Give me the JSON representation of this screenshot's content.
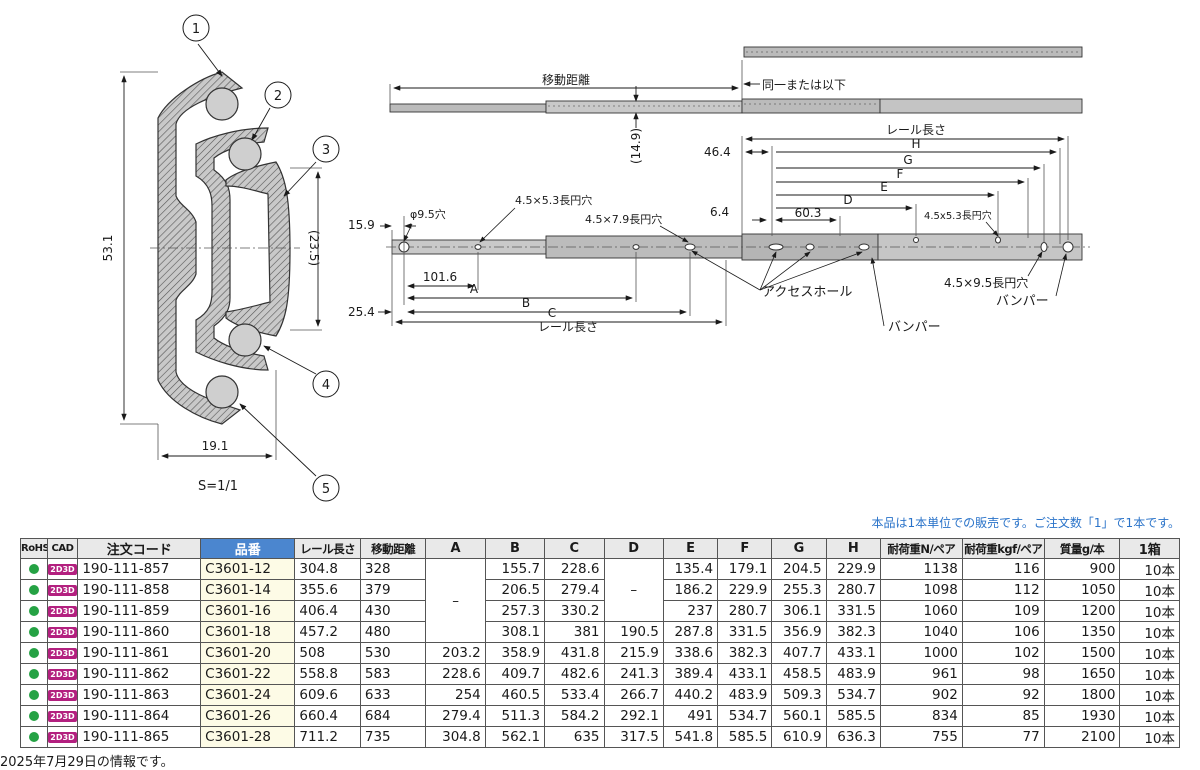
{
  "drawing": {
    "callouts": [
      "1",
      "2",
      "3",
      "4",
      "5"
    ],
    "section": {
      "height": "53.1",
      "inner": "(23.5)",
      "width": "19.1",
      "scale": "S=1/1"
    },
    "top_view": {
      "travel": "移動距離",
      "same_or_less": "同一または以下",
      "offset": "(14.9)"
    },
    "side_view": {
      "rail_length": "レール長さ",
      "front_offset": "15.9",
      "hole": "φ9.5穴",
      "slot_53": "4.5×5.3長円穴",
      "slot_79": "4.5×7.9長円穴",
      "dim_1016": "101.6",
      "A": "A",
      "B": "B",
      "C": "C",
      "rear_offset": "25.4",
      "dim_464": "46.4",
      "H": "H",
      "G": "G",
      "F": "F",
      "E": "E",
      "D": "D",
      "dim_64": "6.4",
      "dim_603": "60.3",
      "slot_53_small": "4.5x5.3長円穴",
      "access_hole": "アクセスホール",
      "slot_95": "4.5×9.5長円穴",
      "bumper": "バンパー"
    }
  },
  "notice": "本品は1本単位での販売です。ご注文数「1」で1本です。",
  "table": {
    "headers": [
      "RoHS",
      "CAD",
      "注文コード",
      "品番",
      "レール長さ",
      "移動距離",
      "A",
      "B",
      "C",
      "D",
      "E",
      "F",
      "G",
      "H",
      "耐荷重N/ペア",
      "耐荷重kgf/ペア",
      "質量g/本",
      "1箱"
    ],
    "cad_badge": "2D3D",
    "merged_dash": "–",
    "rows": [
      {
        "code": "190-111-857",
        "part": "C3601-12",
        "rail": "304.8",
        "travel": "328",
        "A": "",
        "B": "155.7",
        "C": "228.6",
        "D": "",
        "E": "135.4",
        "F": "179.1",
        "G": "204.5",
        "H": "229.9",
        "load_n": "1138",
        "load_kgf": "116",
        "mass": "900",
        "box": "10本"
      },
      {
        "code": "190-111-858",
        "part": "C3601-14",
        "rail": "355.6",
        "travel": "379",
        "A": "",
        "B": "206.5",
        "C": "279.4",
        "D": "",
        "E": "186.2",
        "F": "229.9",
        "G": "255.3",
        "H": "280.7",
        "load_n": "1098",
        "load_kgf": "112",
        "mass": "1050",
        "box": "10本"
      },
      {
        "code": "190-111-859",
        "part": "C3601-16",
        "rail": "406.4",
        "travel": "430",
        "A": "",
        "B": "257.3",
        "C": "330.2",
        "D": "",
        "E": "237",
        "F": "280.7",
        "G": "306.1",
        "H": "331.5",
        "load_n": "1060",
        "load_kgf": "109",
        "mass": "1200",
        "box": "10本"
      },
      {
        "code": "190-111-860",
        "part": "C3601-18",
        "rail": "457.2",
        "travel": "480",
        "A": "",
        "B": "308.1",
        "C": "381",
        "D": "190.5",
        "E": "287.8",
        "F": "331.5",
        "G": "356.9",
        "H": "382.3",
        "load_n": "1040",
        "load_kgf": "106",
        "mass": "1350",
        "box": "10本"
      },
      {
        "code": "190-111-861",
        "part": "C3601-20",
        "rail": "508",
        "travel": "530",
        "A": "203.2",
        "B": "358.9",
        "C": "431.8",
        "D": "215.9",
        "E": "338.6",
        "F": "382.3",
        "G": "407.7",
        "H": "433.1",
        "load_n": "1000",
        "load_kgf": "102",
        "mass": "1500",
        "box": "10本"
      },
      {
        "code": "190-111-862",
        "part": "C3601-22",
        "rail": "558.8",
        "travel": "583",
        "A": "228.6",
        "B": "409.7",
        "C": "482.6",
        "D": "241.3",
        "E": "389.4",
        "F": "433.1",
        "G": "458.5",
        "H": "483.9",
        "load_n": "961",
        "load_kgf": "98",
        "mass": "1650",
        "box": "10本"
      },
      {
        "code": "190-111-863",
        "part": "C3601-24",
        "rail": "609.6",
        "travel": "633",
        "A": "254",
        "B": "460.5",
        "C": "533.4",
        "D": "266.7",
        "E": "440.2",
        "F": "483.9",
        "G": "509.3",
        "H": "534.7",
        "load_n": "902",
        "load_kgf": "92",
        "mass": "1800",
        "box": "10本"
      },
      {
        "code": "190-111-864",
        "part": "C3601-26",
        "rail": "660.4",
        "travel": "684",
        "A": "279.4",
        "B": "511.3",
        "C": "584.2",
        "D": "292.1",
        "E": "491",
        "F": "534.7",
        "G": "560.1",
        "H": "585.5",
        "load_n": "834",
        "load_kgf": "85",
        "mass": "1930",
        "box": "10本"
      },
      {
        "code": "190-111-865",
        "part": "C3601-28",
        "rail": "711.2",
        "travel": "735",
        "A": "304.8",
        "B": "562.1",
        "C": "635",
        "D": "317.5",
        "E": "541.8",
        "F": "585.5",
        "G": "610.9",
        "H": "636.3",
        "load_n": "755",
        "load_kgf": "77",
        "mass": "2100",
        "box": "10本"
      }
    ]
  },
  "footnote": "2025年7月29日の情報です。"
}
